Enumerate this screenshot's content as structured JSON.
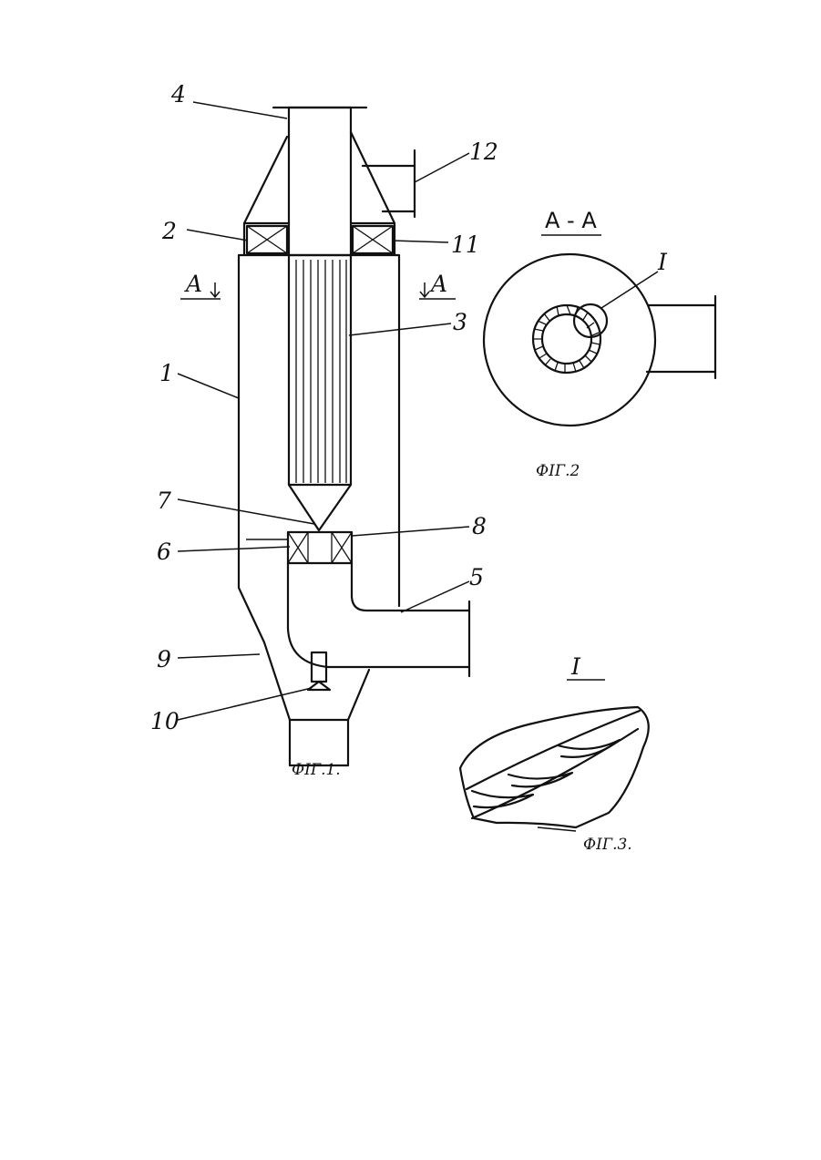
{
  "labels": {
    "n1": "1",
    "n2": "2",
    "n3": "3",
    "n4": "4",
    "n5": "5",
    "n6": "6",
    "n7": "7",
    "n8": "8",
    "n9": "9",
    "n10": "10",
    "n11": "11",
    "n12": "12"
  },
  "section_marks": {
    "left": "A",
    "right": "A",
    "view_title": "A - A"
  },
  "detail_marker": "I",
  "detail_title": "I",
  "captions": {
    "fig1": "ФІГ.1.",
    "fig2": "ФІГ.2",
    "fig3": "ФІГ.3."
  },
  "colors": {
    "ink": "#111111",
    "paper": "#ffffff"
  }
}
